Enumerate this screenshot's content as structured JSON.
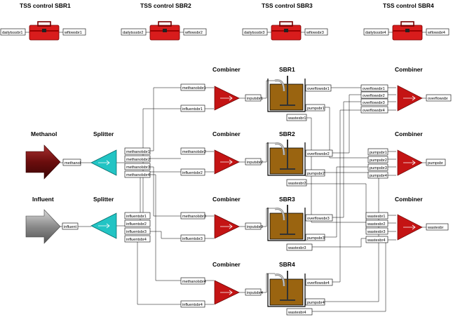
{
  "tss_controls": [
    {
      "title": "TSS control SBR1",
      "in_port": "dailytsssbr1",
      "out_port": "wflowsbr1"
    },
    {
      "title": "TSS control SBR2",
      "in_port": "dailytsssbr2",
      "out_port": "wflowsbr2"
    },
    {
      "title": "TSS control SBR3",
      "in_port": "dailytsssbr3",
      "out_port": "wflowsbr3"
    },
    {
      "title": "TSS control SBR4",
      "in_port": "dailytsssbr4",
      "out_port": "wflowsbr4"
    }
  ],
  "sources": [
    {
      "title": "Methanol",
      "port": "methanol",
      "color": "#6b0d0d"
    },
    {
      "title": "Influent",
      "port": "influent",
      "color": "#8a8a8a"
    }
  ],
  "splitters": [
    {
      "title": "Splitter",
      "ports": [
        "methanolsbr1",
        "methanolsbr2",
        "methanolsbr3",
        "methanolsbr4"
      ]
    },
    {
      "title": "Splitter",
      "ports": [
        "influentsbr1",
        "influentsbr2",
        "influentsbr3",
        "influentsbr4"
      ]
    }
  ],
  "combiners_in": [
    {
      "title": "Combiner",
      "ports": [
        "methanolsbr1",
        "influentsbr1"
      ],
      "out": "inputsbr1"
    },
    {
      "title": "Combiner",
      "ports": [
        "methanolsbr2",
        "influentsbr2"
      ],
      "out": "inputsbr2"
    },
    {
      "title": "Combiner",
      "ports": [
        "methanolsbr3",
        "influentsbr3"
      ],
      "out": "inputsbr3"
    },
    {
      "title": "Combiner",
      "ports": [
        "methanolsbr4",
        "influentsbr4"
      ],
      "out": "inputsbr4"
    }
  ],
  "sbrs": [
    {
      "title": "SBR1",
      "ports": [
        "overflowsbr1",
        "pumpsbr1",
        "wastesbr1"
      ]
    },
    {
      "title": "SBR2",
      "ports": [
        "overflowsbr2",
        "pumpsbr2",
        "wastesbr2"
      ]
    },
    {
      "title": "SBR3",
      "ports": [
        "overflowsbr3",
        "pumpsbr3",
        "wastesbr3"
      ]
    },
    {
      "title": "SBR4",
      "ports": [
        "overflowsbr4",
        "pumpsbr4",
        "wastesbr4"
      ]
    }
  ],
  "combiners_out": [
    {
      "title": "Combiner",
      "ports": [
        "overflowsbr1",
        "overflowsbr2",
        "overflowsbr3",
        "overflowsbr4"
      ],
      "out": "overflowsbr"
    },
    {
      "title": "Combiner",
      "ports": [
        "pumpsbr1",
        "pumpsbr2",
        "pumpsbr3",
        "pumpsbr4"
      ],
      "out": "pumpsbr"
    },
    {
      "title": "Combiner",
      "ports": [
        "wastesbr1",
        "wastesbr2",
        "wastesbr3",
        "wastesbr4"
      ],
      "out": "wastesbr"
    }
  ],
  "colors": {
    "combiner": "#c41414",
    "splitter": "#22c4c4",
    "toolbox": "#d81c1c",
    "tank": "#9a6410"
  }
}
